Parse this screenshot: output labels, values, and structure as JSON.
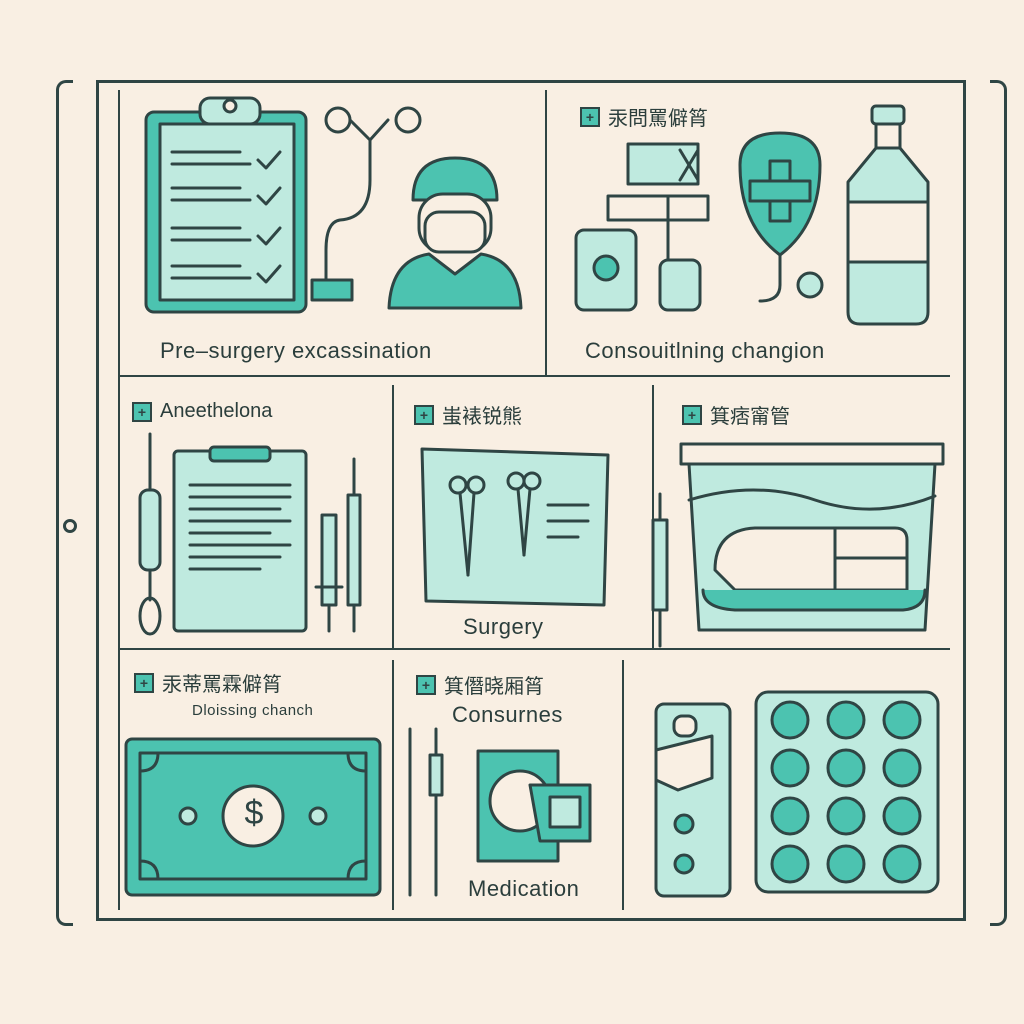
{
  "colors": {
    "background": "#f9efe3",
    "line": "#2f4544",
    "accent": "#4cc3b0",
    "accent_light": "#bfeadf"
  },
  "panels": {
    "pre_surgery": {
      "caption": "Pre–surgery excassination"
    },
    "consulting": {
      "tag": "汞問罵僻筲",
      "caption": "Consouitlning changion"
    },
    "anesthesia": {
      "tag": "Aneethelona"
    },
    "surgery": {
      "tag": "蚩裱锐熊",
      "caption": "Surgery"
    },
    "equipment": {
      "tag": "箕痞甯管"
    },
    "dressing": {
      "tag": "汞蒂罵霖僻筲",
      "caption": "Dloissing chanch"
    },
    "consumables": {
      "tag": "箕僭晓厢筲",
      "caption": "Consurnes",
      "sub_caption": "Medication"
    },
    "cash": {
      "symbol": "$"
    }
  },
  "icons": [
    "plus-icon",
    "clipboard-icon",
    "checkmark-icon",
    "stethoscope-icon",
    "surgeon-icon",
    "medicine-jar-icon",
    "shield-cross-icon",
    "bottle-icon",
    "syringe-icon",
    "scissors-icon",
    "tray-icon",
    "banknote-icon",
    "pill-blister-icon",
    "pill-strip-icon"
  ]
}
